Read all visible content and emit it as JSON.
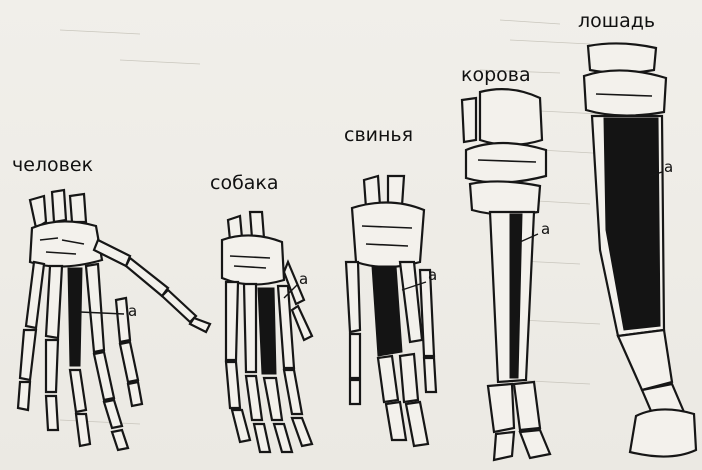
{
  "figure": {
    "labels": {
      "human": "человек",
      "dog": "собака",
      "pig": "свинья",
      "cow": "корова",
      "horse": "лошадь"
    },
    "marker": "а"
  },
  "colors": {
    "ink": "#141414",
    "paper": "#eeece6"
  }
}
